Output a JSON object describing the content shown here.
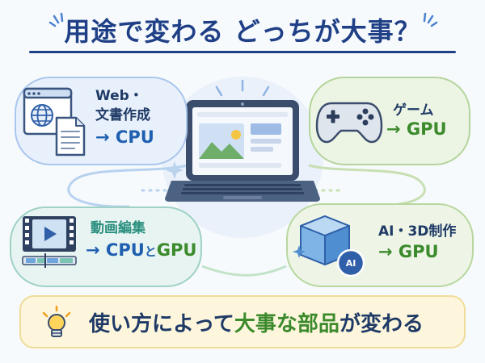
{
  "title": "用途で変わる どっちが大事？",
  "cards": {
    "web": {
      "line1": "Web・",
      "line2": "文書作成",
      "arrow": "→",
      "proc": "CPU"
    },
    "game": {
      "line1": "ゲーム",
      "arrow": "→",
      "proc": "GPU"
    },
    "video": {
      "line1": "動画編集",
      "arrow": "→",
      "proc": "CPU",
      "conj": "と",
      "proc2": "GPU"
    },
    "ai": {
      "line1": "AI・3D制作",
      "arrow": "→",
      "proc": "GPU",
      "badge": "AI"
    }
  },
  "bottom": {
    "before": "使い方によって",
    "highlight": "大事な部品",
    "after": "が変わる"
  },
  "colors": {
    "title": "#1f3f86",
    "cpu_blue": "#1f5fb0",
    "gpu_green": "#3b8a2c",
    "video_teal": "#2a8f7f",
    "highlight_green": "#3b8a2c"
  },
  "icons": {
    "web": "browser-globe-document-icon",
    "game": "gamepad-icon",
    "video": "video-timeline-icon",
    "ai": "3d-cube-icon",
    "laptop": "laptop-icon",
    "bulb": "lightbulb-icon"
  }
}
